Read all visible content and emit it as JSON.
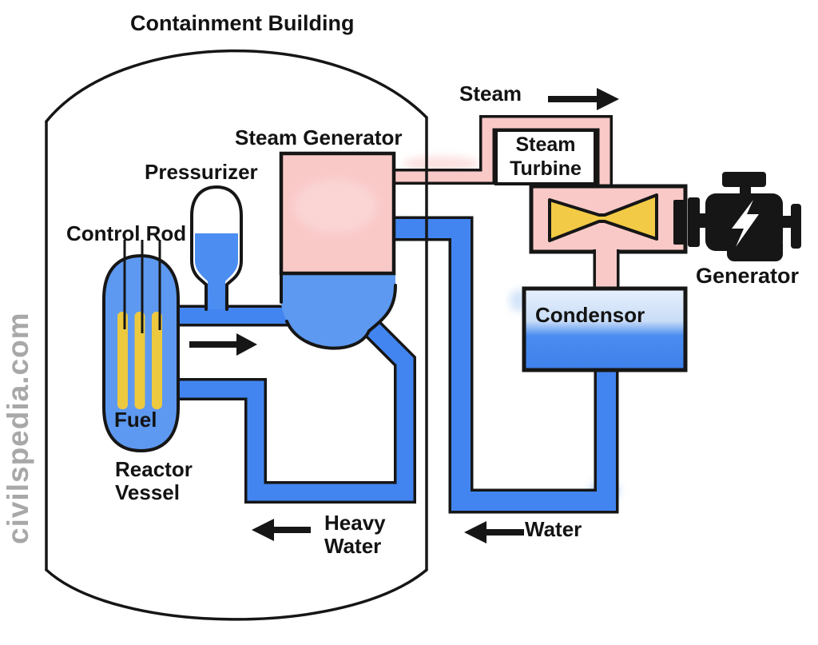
{
  "diagram_title": "Containment Building",
  "labels": {
    "containment": "Containment Building",
    "steam_generator": "Steam Generator",
    "pressurizer": "Pressurizer",
    "control_rod": "Control Rod",
    "fuel": "Fuel",
    "reactor_vessel": [
      "Reactor",
      "Vessel"
    ],
    "steam_flow": "Steam",
    "steam_turbine": [
      "Steam",
      "Turbine"
    ],
    "condensor": "Condensor",
    "generator": "Generator",
    "heavy_water": [
      "Heavy",
      "Water"
    ],
    "water_flow": "Water",
    "watermark": "civilspedia.com"
  },
  "arrows": [
    {
      "name": "steam-flow",
      "direction": "right"
    },
    {
      "name": "reactor-coolant-flow",
      "direction": "right"
    },
    {
      "name": "heavy-water-return-flow",
      "direction": "left"
    },
    {
      "name": "condensate-water-flow",
      "direction": "left"
    }
  ],
  "colors": {
    "outline": "#161616",
    "label_black": "#131313",
    "pipe_blue": "#4285f0",
    "vessel_blue": "#5d99f0",
    "pressurizer_water": "#4b8df0",
    "steam_pink": "#f9c9c8",
    "fuel_yellow": "#edc93f",
    "turbine_yellow": "#f2ca45",
    "condensor_top": "#e7f0fc",
    "condensor_mid_light": "#c9ddf7",
    "condensor_mid_deep": "#4a8cf0",
    "condensor_bottom": "#3f80ea",
    "watermark_gray": "#a8a8a8",
    "background": "#ffffff"
  }
}
